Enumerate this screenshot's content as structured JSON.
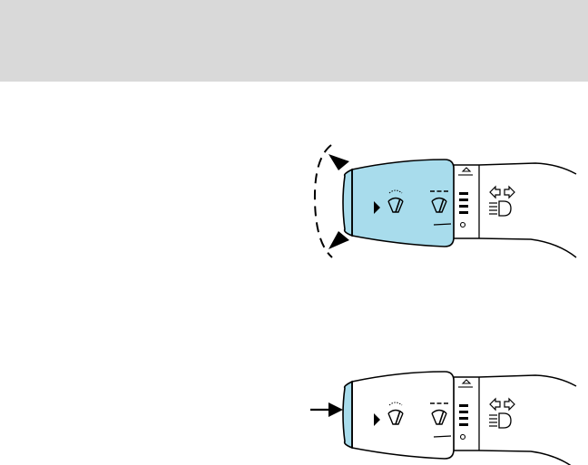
{
  "colors": {
    "header_band": "#d9d9d9",
    "highlight": "#a8dcec",
    "outline": "#000000",
    "background": "#ffffff"
  },
  "figures": [
    {
      "id": "rotate-intermittent",
      "highlight": "rotating-band",
      "gesture": "rotate-dashed-arrows",
      "icons": [
        "play-marker-icon",
        "interval-wipe-icon",
        "low-speed-wipe-icon",
        "speed-bar-scale",
        "turn-signal-arrows-icon",
        "headlamp-icon"
      ]
    },
    {
      "id": "press-washer",
      "highlight": "end-button",
      "gesture": "press-arrow",
      "icons": [
        "play-marker-icon",
        "interval-wipe-icon",
        "low-speed-wipe-icon",
        "speed-bar-scale",
        "turn-signal-arrows-icon",
        "headlamp-icon"
      ]
    }
  ]
}
